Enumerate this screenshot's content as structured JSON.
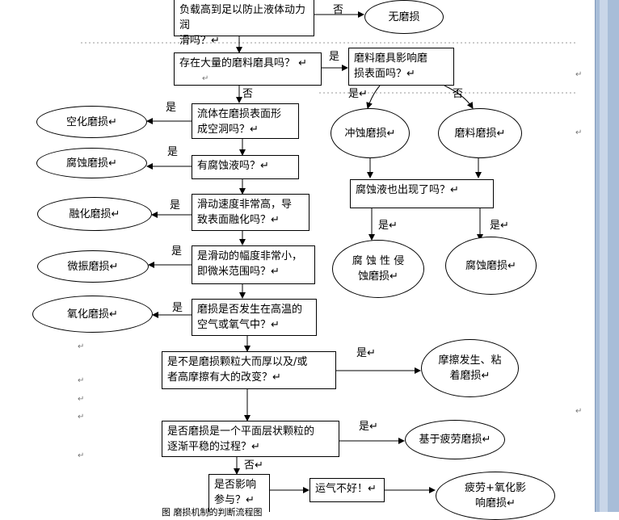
{
  "nodes": {
    "q_load": "负载高到足以防止液体动力润\n滑吗？↵",
    "no_wear": "无磨损",
    "q_abrasive": "存在大量的磨料磨具吗？ ↵",
    "q_abrasive_affect": "磨料磨具影响磨\n损表面吗？↵",
    "q_cavitation": "流体在磨损表面形\n成空洞吗？↵",
    "cavitation_wear": "空化磨损↵",
    "erosion_wear": "冲蚀磨损↵",
    "abrasive_wear": "磨料磨损↵",
    "q_corrosive": "有腐蚀液吗？↵",
    "corrosion_wear": "腐蚀磨损↵",
    "q_corrosive_also": "腐蚀液也出现了吗？↵",
    "q_melting": "滑动速度非常高，导\n致表面融化吗？↵",
    "melting_wear": "融化磨损↵",
    "corrosive_erosion_wear": "腐 蚀 性 侵\n蚀磨损↵",
    "corrosion_wear_2": "腐蚀磨损↵",
    "q_fretting": "是滑动的幅度非常小，\n即微米范围吗？↵",
    "fretting_wear": "微振磨损↵",
    "q_oxidation": "磨损是否发生在高温的\n空气或氧气中？↵",
    "oxidation_wear": "氧化磨损↵",
    "q_adhesion": "是不是磨损颗粒大而厚以及/或\n者高摩擦有大的改变？↵",
    "adhesion_wear": "摩擦发生、粘\n着磨损↵",
    "q_fatigue": "是否磨损是一个平面层状颗粒的\n逐渐平稳的过程？↵",
    "fatigue_wear": "基于疲劳磨损↵",
    "q_influence": "是否影响\n参与？↵",
    "bad_luck": "运气不好！↵",
    "fatigue_oxidation_wear": "疲劳+氧化影\n响磨损↵"
  },
  "edge_labels": {
    "yes": "是",
    "no": "否",
    "yes_arrow": "是↵",
    "no_arrow": "否↵"
  },
  "caption": "图  磨损机制的判断流程图",
  "para_mark": "↵"
}
